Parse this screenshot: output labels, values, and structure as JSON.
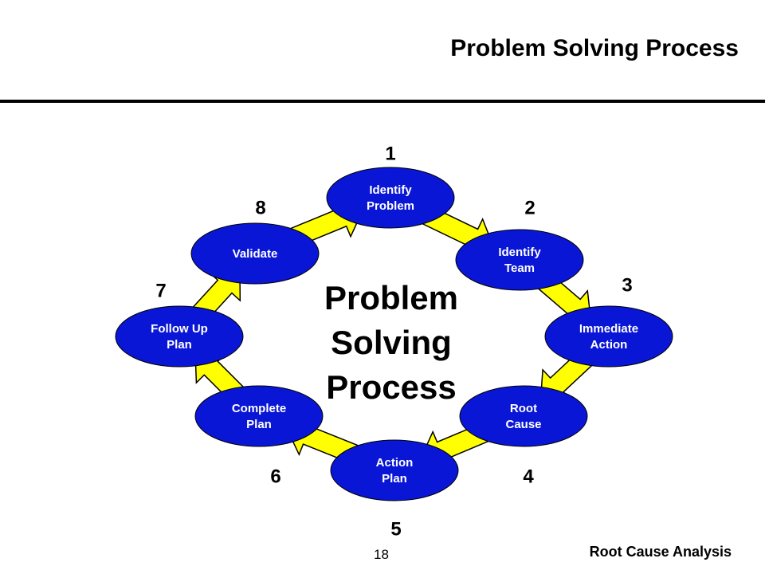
{
  "slide": {
    "title": "Problem Solving Process",
    "page_number": "18",
    "footer": "Root Cause Analysis"
  },
  "diagram": {
    "center_lines": [
      "Problem",
      "Solving",
      "Process"
    ],
    "nodes": [
      {
        "step": "1",
        "lines": [
          "Identify",
          "Problem"
        ]
      },
      {
        "step": "2",
        "lines": [
          "Identify",
          "Team"
        ]
      },
      {
        "step": "3",
        "lines": [
          "Immediate",
          "Action"
        ]
      },
      {
        "step": "4",
        "lines": [
          "Root",
          "Cause"
        ]
      },
      {
        "step": "5",
        "lines": [
          "Action",
          "Plan"
        ]
      },
      {
        "step": "6",
        "lines": [
          "Complete",
          "Plan"
        ]
      },
      {
        "step": "7",
        "lines": [
          "Follow Up",
          "Plan"
        ]
      },
      {
        "step": "8",
        "lines": [
          "Validate"
        ]
      }
    ],
    "colors": {
      "node_fill": "#0a16d6",
      "arrow_fill": "#ffff00",
      "arrow_stroke": "#000000"
    }
  }
}
